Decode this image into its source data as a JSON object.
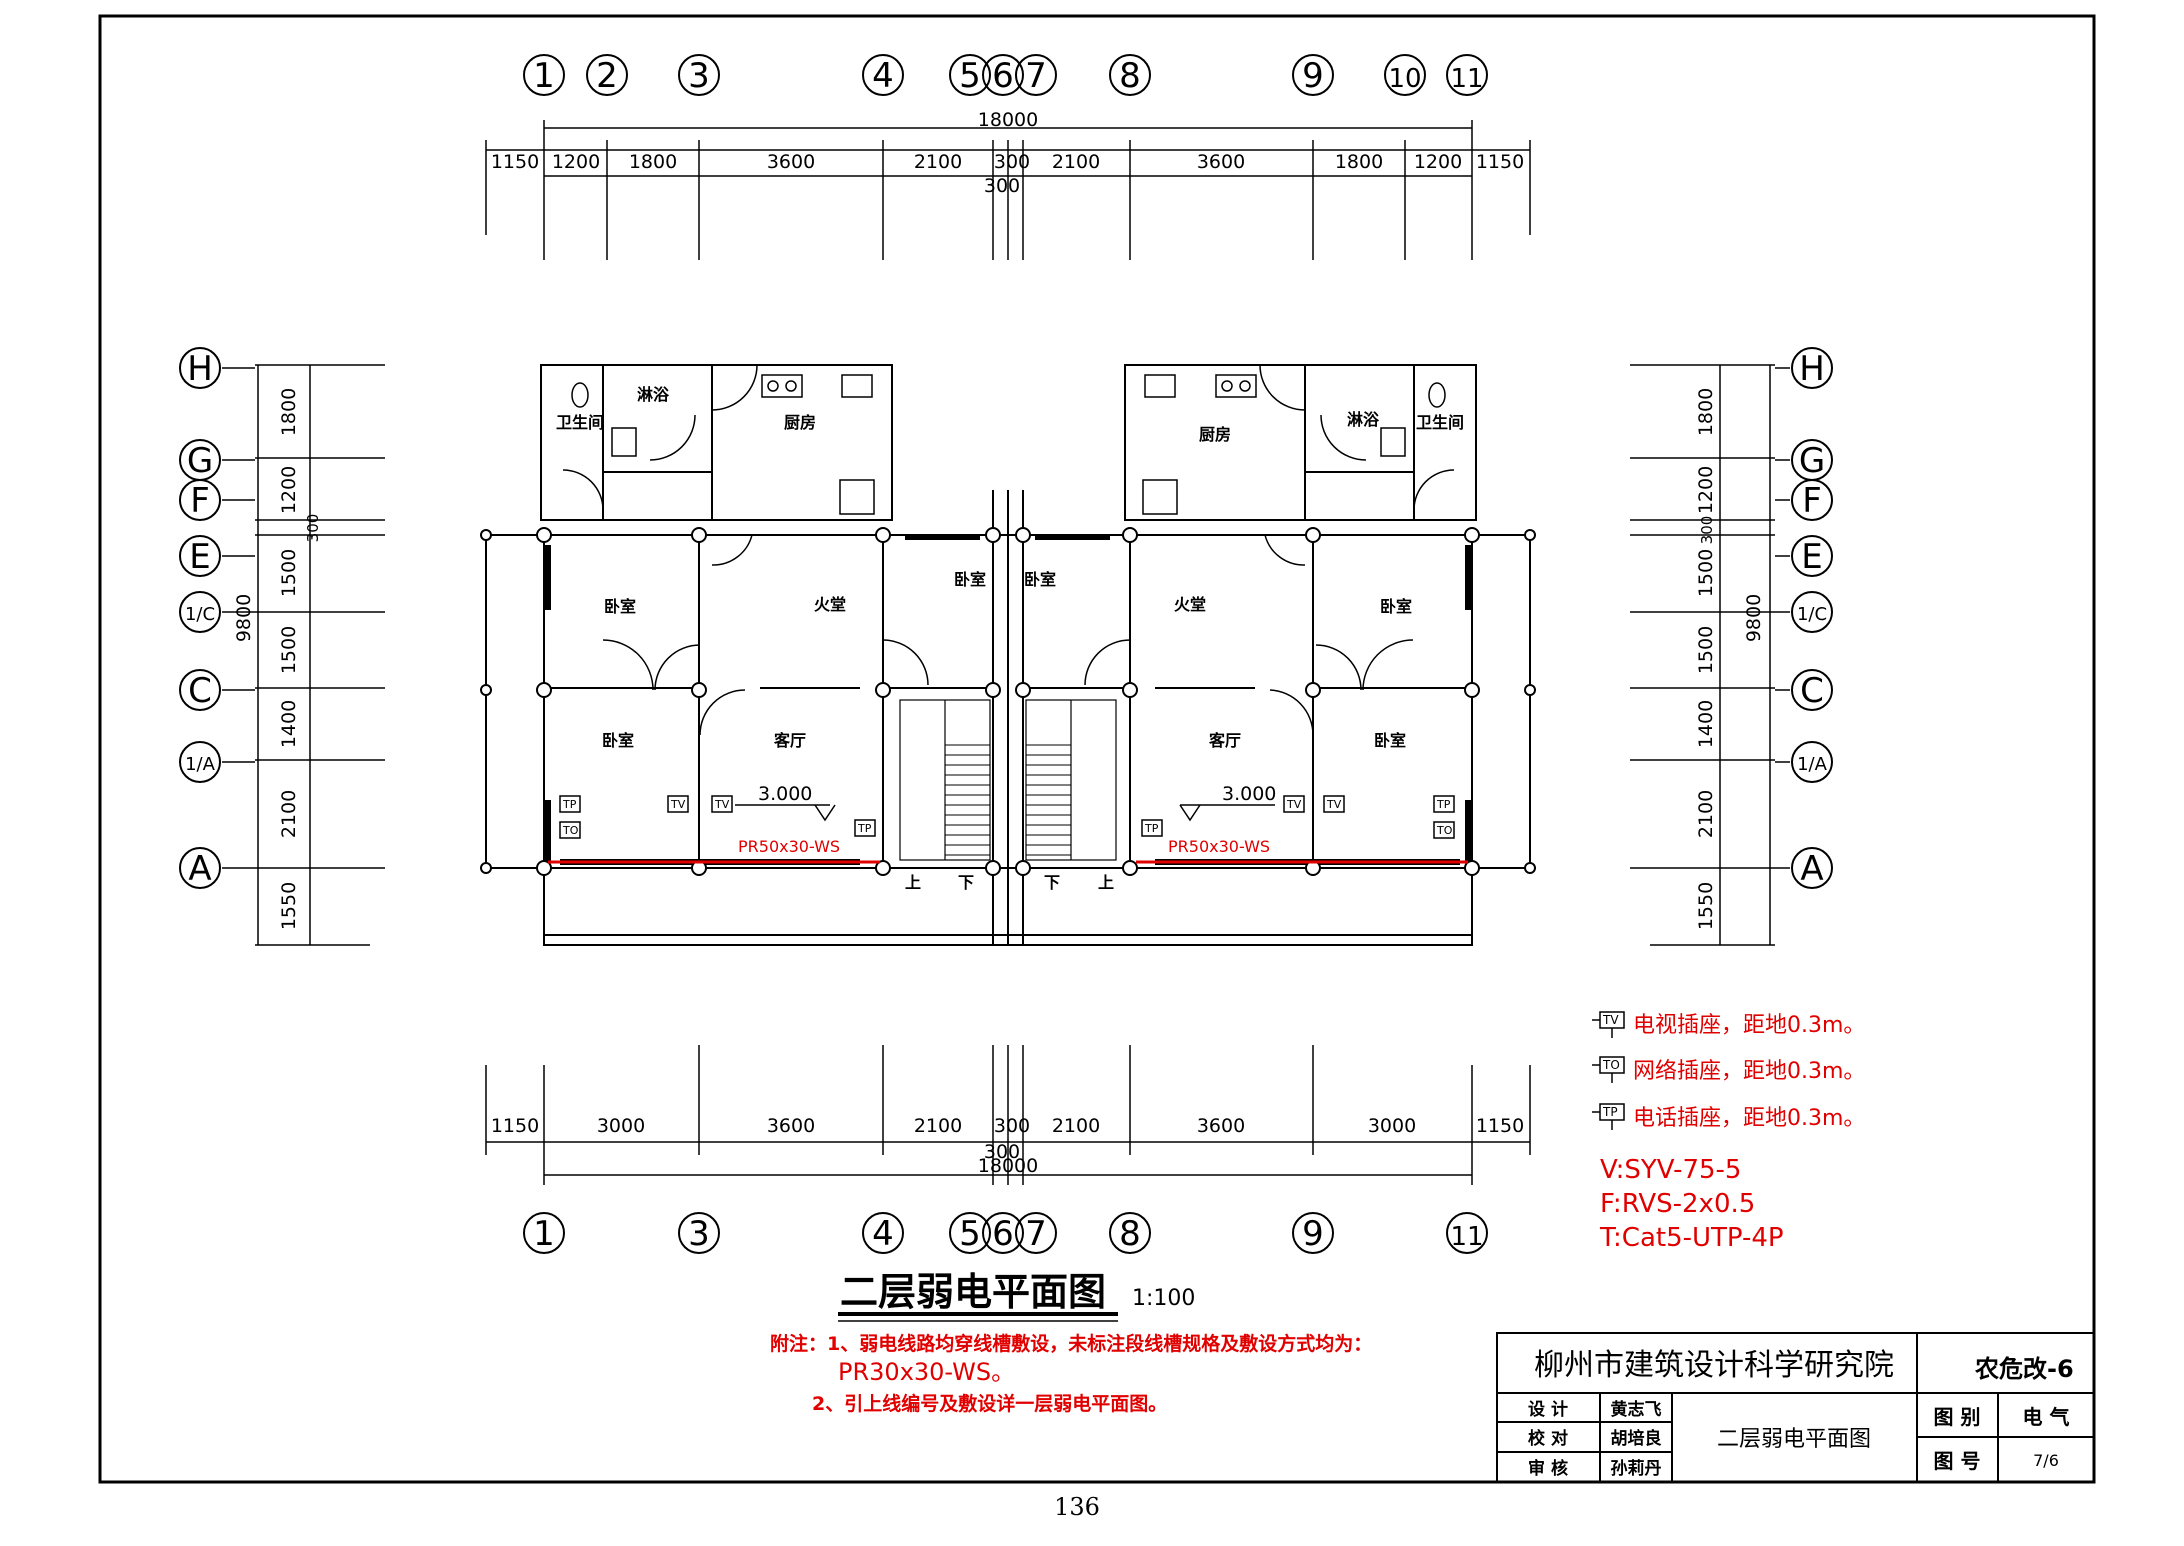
{
  "drawing": {
    "title": "二层弱电平面图",
    "scale": "1:100",
    "page_number": "136"
  },
  "dimensions": {
    "overall": "18000",
    "top_segments": [
      "1150",
      "1200",
      "1800",
      "3600",
      "2100",
      "300",
      "2100",
      "3600",
      "1800",
      "1200",
      "1150"
    ],
    "top_sub": "300",
    "bottom_segments": [
      "1150",
      "3000",
      "3600",
      "2100",
      "300",
      "2100",
      "3600",
      "3000",
      "1150"
    ],
    "bottom_sub": "300",
    "vertical_overall": "9800",
    "left_segments": [
      "1800",
      "1200",
      "300",
      "1500",
      "1500",
      "1400",
      "2100",
      "1550"
    ],
    "right_segments": [
      "1800",
      "1200",
      "300",
      "1500",
      "1500",
      "1400",
      "2100",
      "1550"
    ]
  },
  "axes": {
    "top": [
      "1",
      "2",
      "3",
      "4",
      "5",
      "6",
      "7",
      "8",
      "9",
      "10",
      "11"
    ],
    "bottom": [
      "1",
      "3",
      "4",
      "5",
      "6",
      "7",
      "8",
      "9",
      "11"
    ],
    "rows": [
      "H",
      "G",
      "F",
      "E",
      "1/C",
      "C",
      "1/A",
      "A"
    ]
  },
  "rooms": {
    "toilet": "卫生间",
    "shower": "淋浴",
    "kitchen": "厨房",
    "bedroom": "卧室",
    "hall": "火堂",
    "living": "客厅",
    "up": "上",
    "down": "下",
    "elevation": "3.000",
    "conduit": "PR50x30-WS",
    "tv": "TV",
    "to": "TO",
    "tp": "TP"
  },
  "legend": {
    "tv_label": "电视插座，距地0.3m。",
    "to_label": "网络插座，距地0.3m。",
    "tp_label": "电话插座，距地0.3m。",
    "cable_v": "V:SYV-75-5",
    "cable_f": "F:RVS-2x0.5",
    "cable_t": "T:Cat5-UTP-4P"
  },
  "notes": {
    "line1": "附注：1、弱电线路均穿线槽敷设，未标注段线槽规格及敷设方式均为：",
    "line1b": "PR30x30-WS。",
    "line2": "2、引上线编号及敷设详一层弱电平面图。"
  },
  "title_block": {
    "institute": "柳州市建筑设计科学研究院",
    "project": "农危改-6",
    "design_label": "设 计",
    "design_name": "黄志飞",
    "check_label": "校 对",
    "check_name": "胡培良",
    "review_label": "审 核",
    "review_name": "孙莉丹",
    "sheet_name": "二层弱电平面图",
    "category_label": "图 别",
    "category_value": "电 气",
    "number_label": "图 号",
    "number_value": "7/6"
  },
  "colors": {
    "line": "#000000",
    "annotation": "#e00000"
  }
}
